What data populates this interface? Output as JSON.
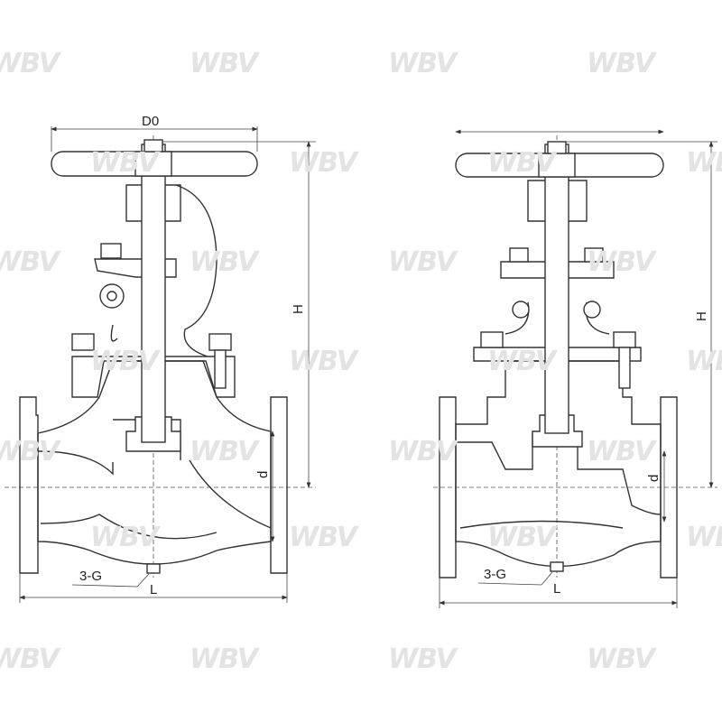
{
  "watermark": "WBV",
  "left_valve": {
    "labels": {
      "handwheel_diameter": "D0",
      "height": "H",
      "bore": "d",
      "drain": "3-G",
      "length": "L"
    }
  },
  "right_valve": {
    "labels": {
      "height": "H",
      "bore": "d",
      "drain": "3-G",
      "length": "L"
    }
  },
  "colors": {
    "line": "#333333",
    "watermark": "#e3e3e3"
  }
}
